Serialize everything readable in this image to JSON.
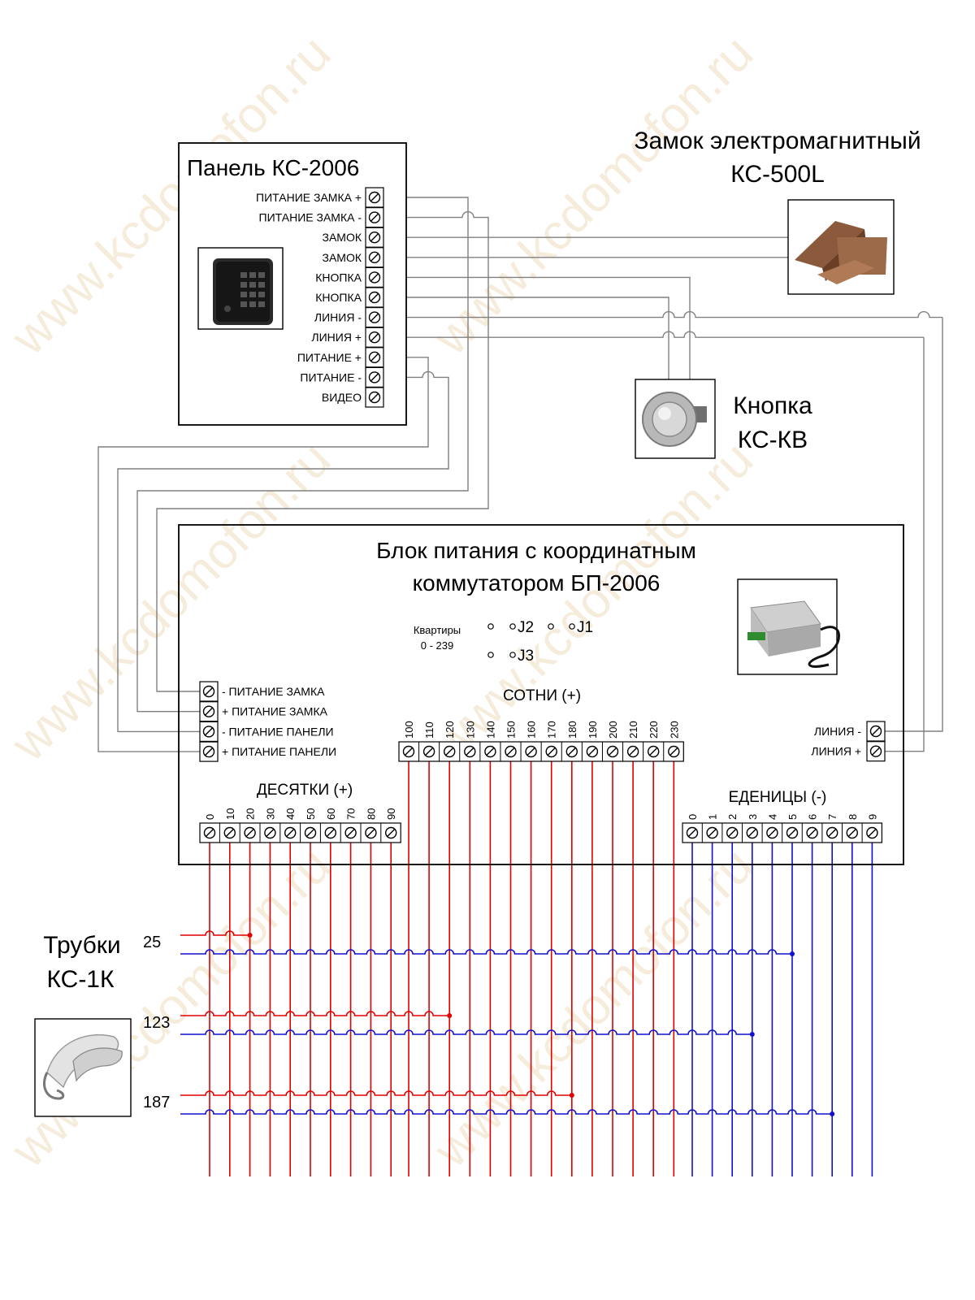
{
  "colors": {
    "wire_gray": "#808080",
    "wire_red": "#e00000",
    "wire_blue": "#1010d0",
    "watermark": "#c88a1e"
  },
  "watermark_text": "www.kcdomofon.ru",
  "panel": {
    "title": "Панель КС-2006",
    "terminals": [
      "ПИТАНИЕ ЗАМКА +",
      "ПИТАНИЕ ЗАМКА -",
      "ЗАМОК",
      "ЗАМОК",
      "КНОПКА",
      "КНОПКА",
      "ЛИНИЯ -",
      "ЛИНИЯ +",
      "ПИТАНИЕ +",
      "ПИТАНИЕ -",
      "ВИДЕО"
    ]
  },
  "lock": {
    "title_line1": "Замок электромагнитный",
    "title_line2": "КС-500L"
  },
  "button": {
    "title_line1": "Кнопка",
    "title_line2": "КС-КВ"
  },
  "psu": {
    "title_line1": "Блок питания с координатным",
    "title_line2": "коммутатором БП-2006",
    "apartments_label": "Квартиры",
    "apartments_range": "0 - 239",
    "jumpers": [
      "J2",
      "J1",
      "J3"
    ],
    "power_terminals": [
      "- ПИТАНИЕ ЗАМКА",
      "+ ПИТАНИЕ ЗАМКА",
      "- ПИТАНИЕ ПАНЕЛИ",
      "+ ПИТАНИЕ ПАНЕЛИ"
    ],
    "line_terminals": [
      "ЛИНИЯ -",
      "ЛИНИЯ +"
    ],
    "hundreds_label": "СОТНИ (+)",
    "hundreds": [
      "100",
      "110",
      "120",
      "130",
      "140",
      "150",
      "160",
      "170",
      "180",
      "190",
      "200",
      "210",
      "220",
      "230"
    ],
    "tens_label": "ДЕСЯТКИ (+)",
    "tens": [
      "0",
      "10",
      "20",
      "30",
      "40",
      "50",
      "60",
      "70",
      "80",
      "90"
    ],
    "units_label": "ЕДЕНИЦЫ (-)",
    "units": [
      "0",
      "1",
      "2",
      "3",
      "4",
      "5",
      "6",
      "7",
      "8",
      "9"
    ]
  },
  "handsets": {
    "title_line1": "Трубки",
    "title_line2": "КС-1К",
    "apartments": [
      {
        "label": "25",
        "tens": 2,
        "units": 5
      },
      {
        "label": "123",
        "hundreds": 2,
        "units": 3
      },
      {
        "label": "187",
        "hundreds": 8,
        "units": 7
      }
    ]
  }
}
